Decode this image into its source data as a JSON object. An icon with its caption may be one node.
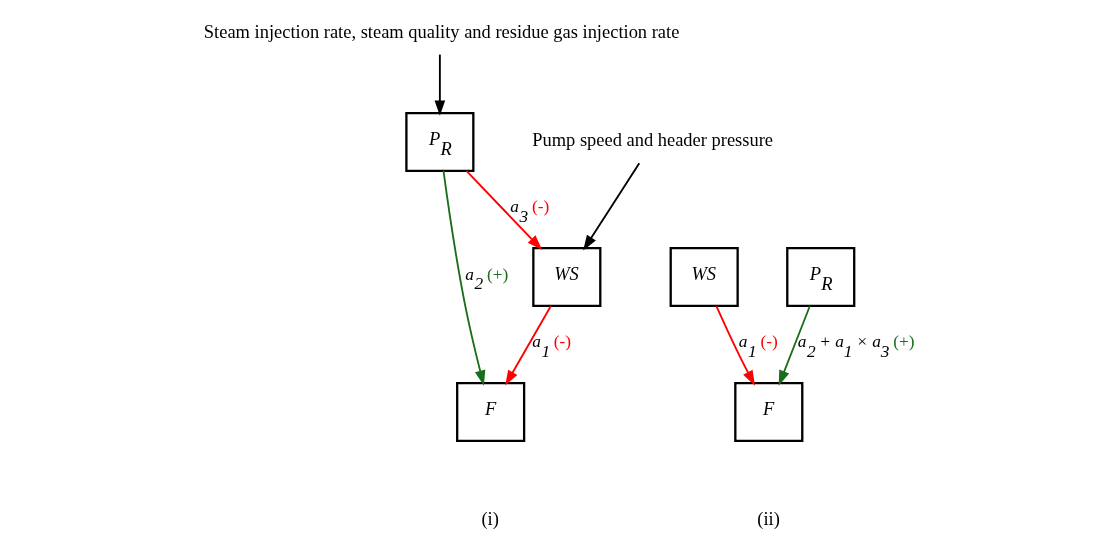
{
  "diagram": {
    "nodes": [
      {
        "text": [
          "Steam injection rate, steam quality and residue gas injection rate"
        ]
      },
      {
        "text": [
          "Pump speed and header pressure"
        ]
      },
      {
        "text": [
          "P$_{R}$"
        ]
      },
      {
        "text": [
          "WS"
        ]
      },
      {
        "text": [
          "F"
        ],
        "beside": [
          "(i)"
        ]
      },
      {
        "text": [
          "WS"
        ]
      },
      {
        "text": [
          "P$_{R}$"
        ]
      },
      {
        "text": [
          "F"
        ],
        "beside": [
          "(ii)"
        ]
      }
    ],
    "edges": [
      {
        "from": 0,
        "to": 2,
        "arrow": "to",
        "color": "#000000"
      },
      {
        "from": 1,
        "to": 3,
        "arrow": "to",
        "color": "#000000"
      },
      {
        "from": 2,
        "to": 3,
        "arrow": "to",
        "label": "a$_{3}$ (-)",
        "color": "#ff0000"
      },
      {
        "from": 2,
        "to": 4,
        "arrow": "to",
        "label": "a$_{2}$ (+)",
        "color": "#1a6e1a"
      },
      {
        "from": 3,
        "to": 4,
        "arrow": "to",
        "label": "a$_{1}$ (-)",
        "color": "#ff0000"
      },
      {
        "from": 5,
        "to": 7,
        "arrow": "to",
        "label": "a$_{1}$ (-)",
        "color": "#ff0000"
      },
      {
        "from": 6,
        "to": 7,
        "arrow": "to",
        "label": "a$_{2}$ + a$_{1}$ × a$_{3}$ (+)",
        "color": "#1a6e1a"
      }
    ]
  }
}
